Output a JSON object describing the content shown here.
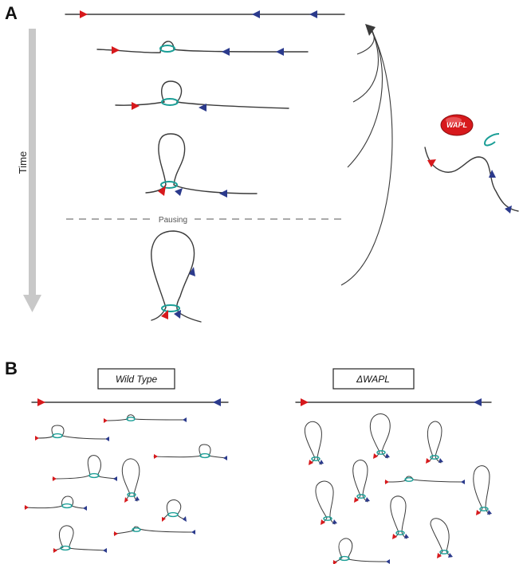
{
  "panel_a": {
    "letter": "A",
    "time_label": "Time",
    "pausing_label": "Pausing"
  },
  "panel_b": {
    "letter": "B",
    "wild_type_label": "Wild Type",
    "wapl_label": "ΔWAPL"
  },
  "wapl_badge": "WAPL",
  "colors": {
    "red_ctcf": "#d7191c",
    "blue_ctcf": "#2b3a8c",
    "cohesin": "#1a9e96",
    "wapl": "#d7191c",
    "dna": "#3a3a3a",
    "time_arrow": "#c8c8c8"
  }
}
